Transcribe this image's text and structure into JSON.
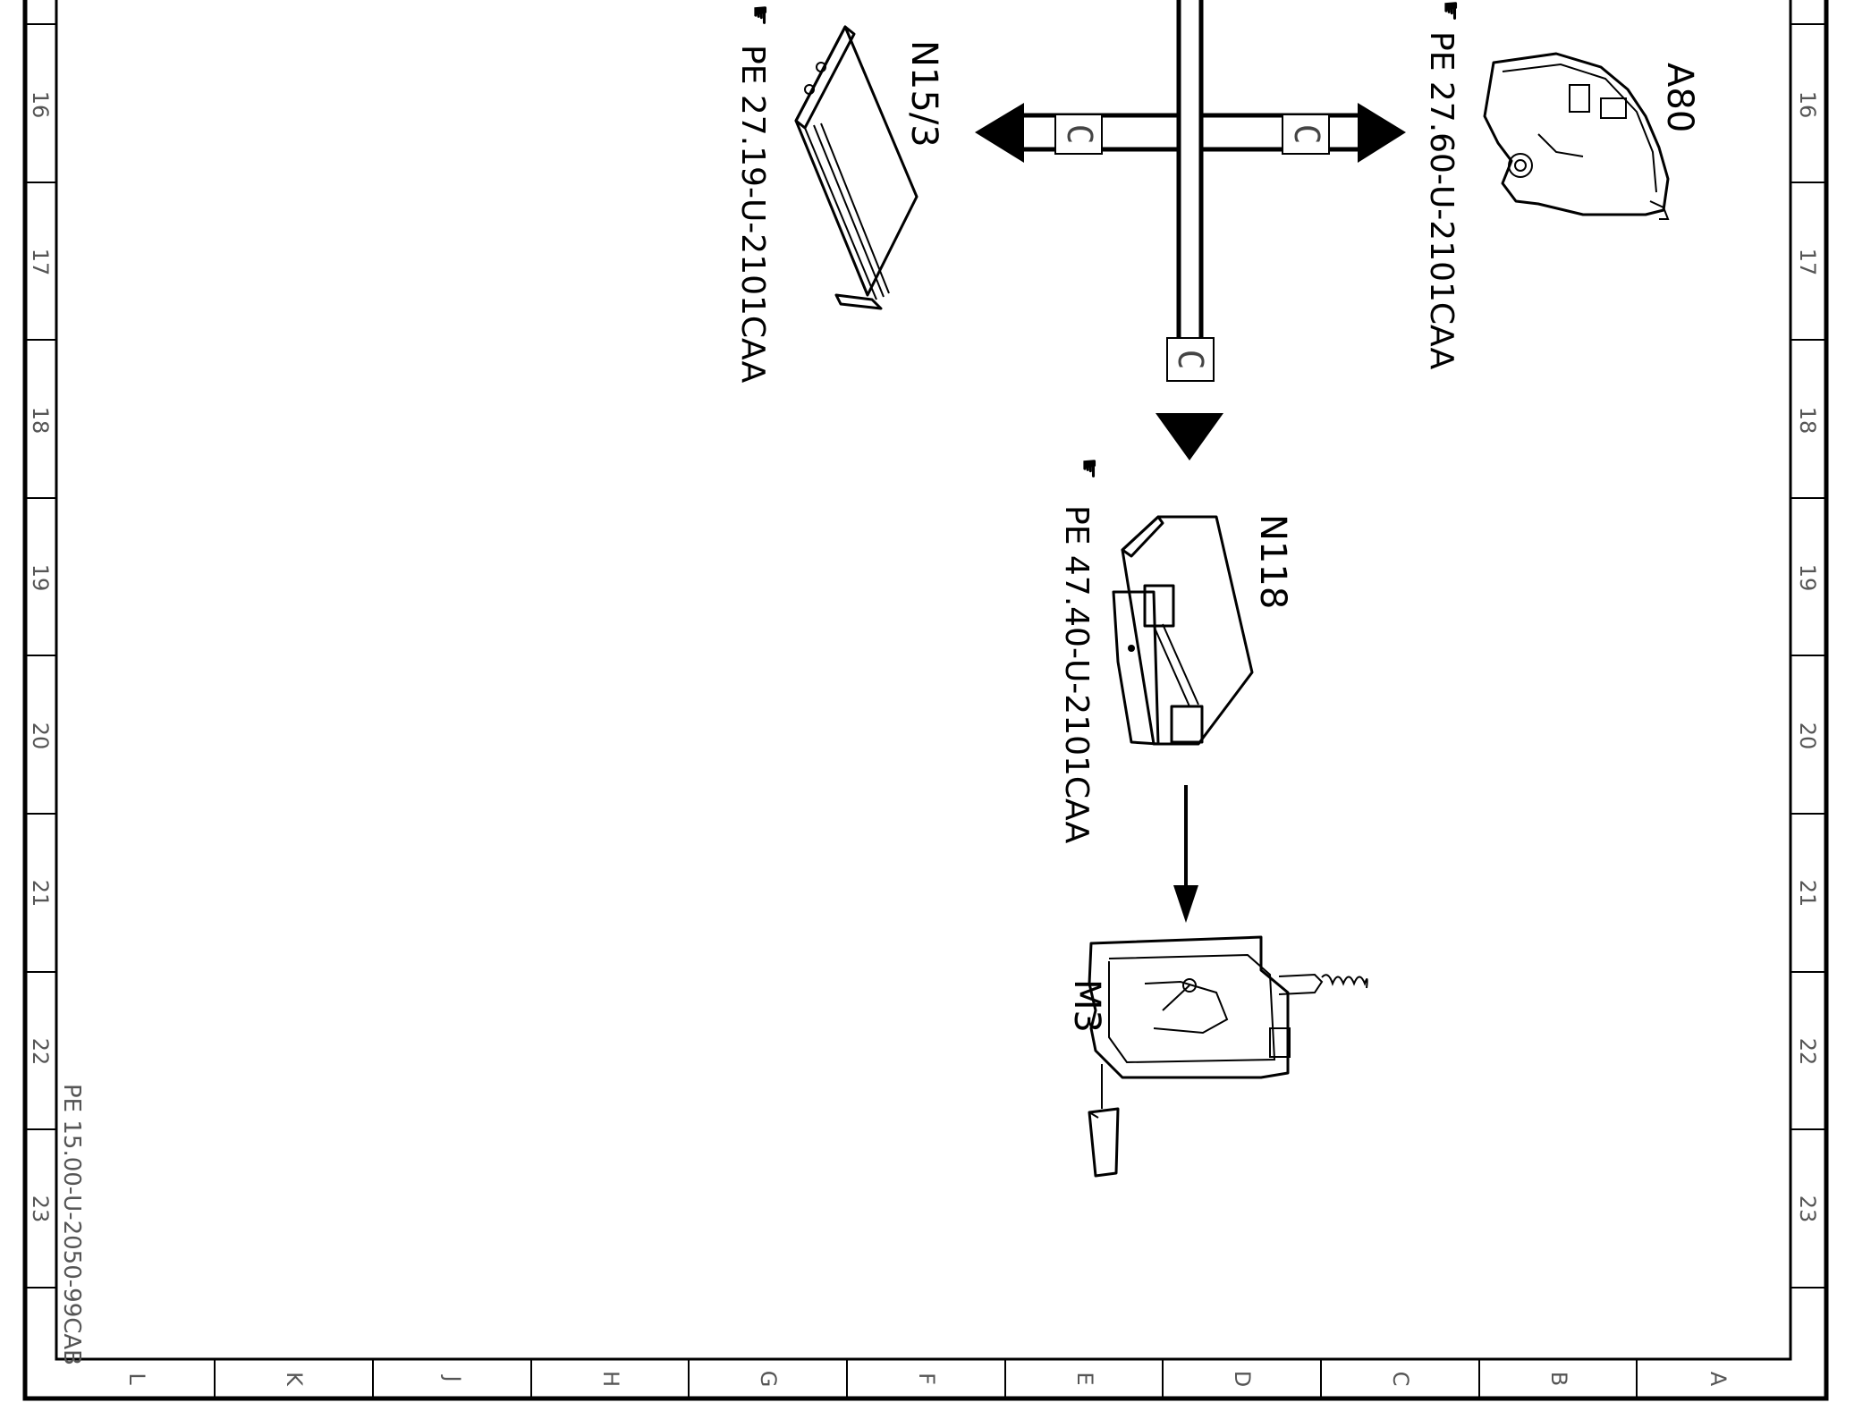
{
  "drawing_code": "PE 15.00-U-2050-99CAB",
  "row_markers": [
    "16",
    "17",
    "18",
    "19",
    "20",
    "21",
    "22",
    "23"
  ],
  "column_markers": [
    "L",
    "K",
    "J",
    "H",
    "G",
    "F",
    "E",
    "D",
    "C",
    "B",
    "A"
  ],
  "connector_symbol": "C",
  "reference_icon": "pointing-hand-icon",
  "components": [
    {
      "id": "N15/3",
      "reference": "PE 27.19-U-2101CAA"
    },
    {
      "id": "A80",
      "reference": "PE 27.60-U-2101CAA"
    },
    {
      "id": "N118",
      "reference": "PE 47.40-U-2101CAA"
    },
    {
      "id": "M3",
      "reference": ""
    }
  ],
  "colors": {
    "line": "#000000",
    "background": "#ffffff"
  }
}
